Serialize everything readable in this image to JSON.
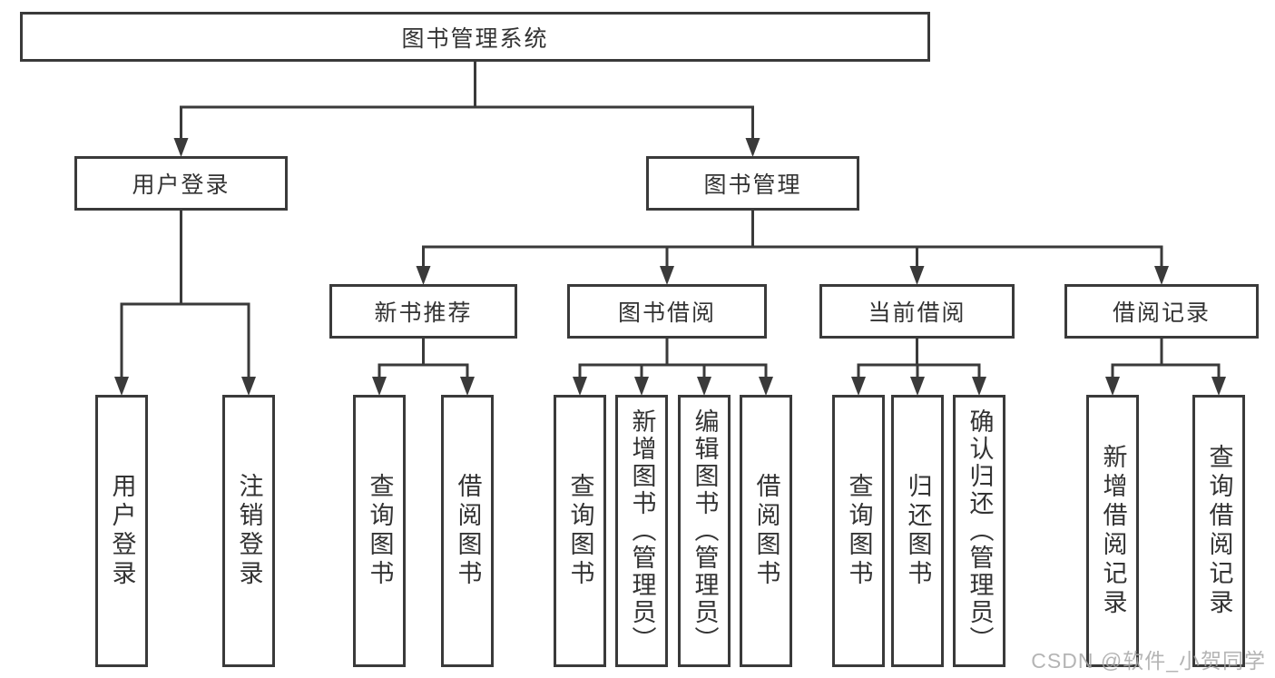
{
  "diagram": {
    "type": "hierarchy",
    "watermark": "CSDN @软件_小贺同学",
    "colors": {
      "line": "#3a3a3a",
      "text": "#333333",
      "background": "#ffffff",
      "watermark": "#a8a8a8"
    },
    "root": {
      "label": "图书管理系统",
      "children": [
        {
          "label": "用户登录",
          "children": [
            {
              "label": "用户登录"
            },
            {
              "label": "注销登录"
            }
          ]
        },
        {
          "label": "图书管理",
          "children": [
            {
              "label": "新书推荐",
              "children": [
                {
                  "label": "查询图书"
                },
                {
                  "label": "借阅图书"
                }
              ]
            },
            {
              "label": "图书借阅",
              "children": [
                {
                  "label": "查询图书"
                },
                {
                  "label": "新增图书（管理员）"
                },
                {
                  "label": "编辑图书（管理员）"
                },
                {
                  "label": "借阅图书"
                }
              ]
            },
            {
              "label": "当前借阅",
              "children": [
                {
                  "label": "查询图书"
                },
                {
                  "label": "归还图书"
                },
                {
                  "label": "确认归还（管理员）"
                }
              ]
            },
            {
              "label": "借阅记录",
              "children": [
                {
                  "label": "新增借阅记录"
                },
                {
                  "label": "查询借阅记录"
                }
              ]
            }
          ]
        }
      ]
    }
  }
}
